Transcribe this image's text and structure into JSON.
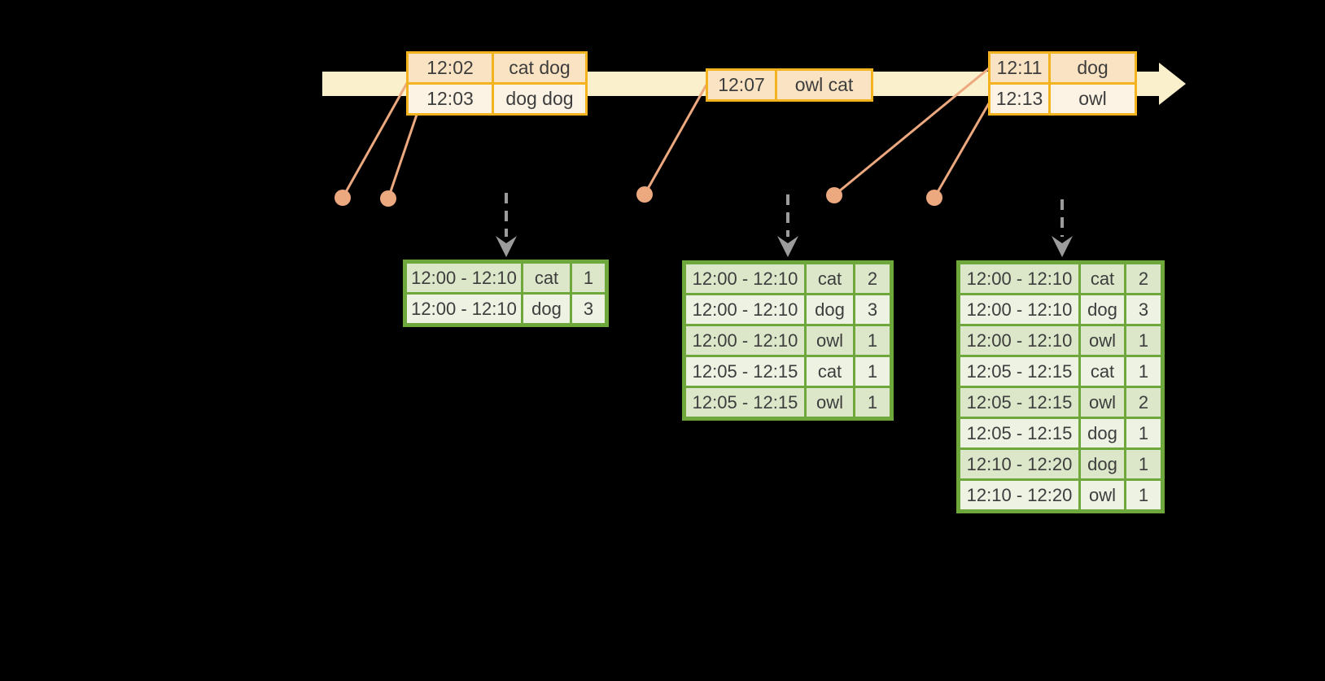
{
  "colors": {
    "background": "#000000",
    "timeline-band": "#faf0cb",
    "event-border": "#f2b31e",
    "event-cell-dark": "#fae3c2",
    "event-cell-light": "#fdf3e4",
    "connector": "#eca87e",
    "trigger-arrow": "#9c9c9c",
    "result-border": "#6ea83c",
    "result-cell-dark": "#dce7ca",
    "result-cell-light": "#edf2e3",
    "text": "#3d3d3d"
  },
  "event_tables": [
    {
      "id": "events-1",
      "rows": [
        [
          "12:02",
          "cat dog"
        ],
        [
          "12:03",
          "dog dog"
        ]
      ]
    },
    {
      "id": "events-2",
      "rows": [
        [
          "12:07",
          "owl cat"
        ]
      ]
    },
    {
      "id": "events-3",
      "rows": [
        [
          "12:11",
          "dog"
        ],
        [
          "12:13",
          "owl"
        ]
      ]
    }
  ],
  "result_tables": [
    {
      "id": "result-1",
      "rows": [
        [
          "12:00 - 12:10",
          "cat",
          "1"
        ],
        [
          "12:00 - 12:10",
          "dog",
          "3"
        ]
      ]
    },
    {
      "id": "result-2",
      "rows": [
        [
          "12:00 - 12:10",
          "cat",
          "2"
        ],
        [
          "12:00 - 12:10",
          "dog",
          "3"
        ],
        [
          "12:00 - 12:10",
          "owl",
          "1"
        ],
        [
          "12:05 - 12:15",
          "cat",
          "1"
        ],
        [
          "12:05 - 12:15",
          "owl",
          "1"
        ]
      ]
    },
    {
      "id": "result-3",
      "rows": [
        [
          "12:00 - 12:10",
          "cat",
          "2"
        ],
        [
          "12:00 - 12:10",
          "dog",
          "3"
        ],
        [
          "12:00 - 12:10",
          "owl",
          "1"
        ],
        [
          "12:05 - 12:15",
          "cat",
          "1"
        ],
        [
          "12:05 - 12:15",
          "owl",
          "2"
        ],
        [
          "12:05 - 12:15",
          "dog",
          "1"
        ],
        [
          "12:10 - 12:20",
          "dog",
          "1"
        ],
        [
          "12:10 - 12:20",
          "owl",
          "1"
        ]
      ]
    }
  ]
}
